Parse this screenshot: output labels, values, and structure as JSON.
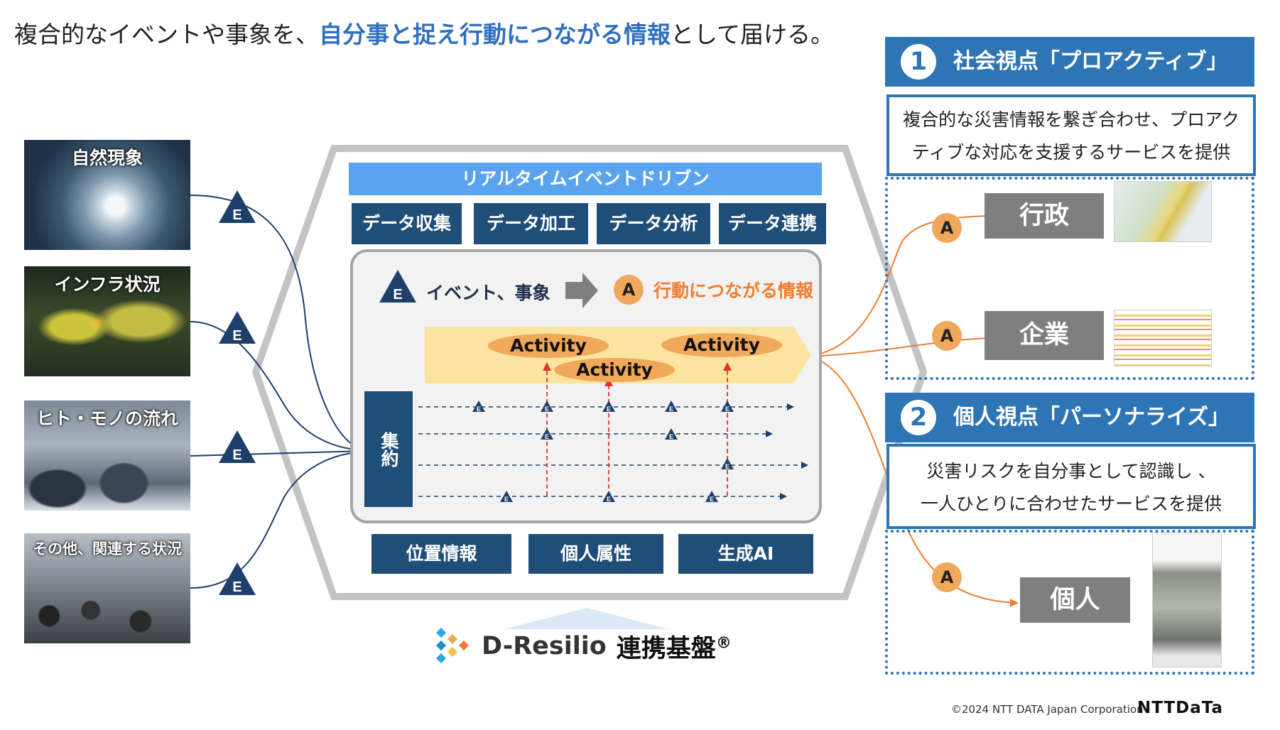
{
  "headline": {
    "before": "複合的なイベントや事象を、",
    "highlight": "自分事と捉え行動につながる情報",
    "after": "として届ける。"
  },
  "sources": [
    {
      "label": "自然現象"
    },
    {
      "label": "インフラ状況"
    },
    {
      "label": "ヒト・モノの流れ"
    },
    {
      "label": "その他、関連する状況"
    }
  ],
  "event_marker": "E",
  "action_marker": "A",
  "platform": {
    "top_banner": "リアルタイムイベントドリブン",
    "processes": [
      "データ収集",
      "データ加工",
      "データ分析",
      "データ連携"
    ],
    "legend": {
      "event": "イベント、事象",
      "action": "行動につながる情報"
    },
    "activities": [
      "Activity",
      "Activity",
      "Activity"
    ],
    "aggregation": "集約",
    "bottom_items": [
      "位置情報",
      "個人属性",
      "生成AI"
    ],
    "brand": {
      "name": "D-Resilio",
      "suffix": "連携基盤",
      "reg": "®"
    }
  },
  "perspectives": [
    {
      "number": "1",
      "title": "社会視点「プロアクティブ」",
      "description_lines": [
        "複合的な災害情報を繋ぎ合わせ、プロアク",
        "ティブな対応を支援するサービスを提供"
      ],
      "targets": [
        "行政",
        "企業"
      ]
    },
    {
      "number": "2",
      "title": "個人視点「パーソナライズ」",
      "description_lines": [
        "災害リスクを自分事として認識し 、",
        "一人ひとりに合わせたサービスを提供"
      ],
      "targets": [
        "個人"
      ]
    }
  ],
  "footer": {
    "copyright": "©2024 NTT DATA Japan Corporation",
    "logo": "NTTDaTa"
  },
  "colors": {
    "navy": "#1f4e79",
    "light_blue": "#5aa3ef",
    "accent_blue": "#2e75b6",
    "orange": "#f0a85a",
    "activity_band": "#fce3a0",
    "gray_box": "#7f7f7f",
    "red_dash": "#e0322b"
  }
}
